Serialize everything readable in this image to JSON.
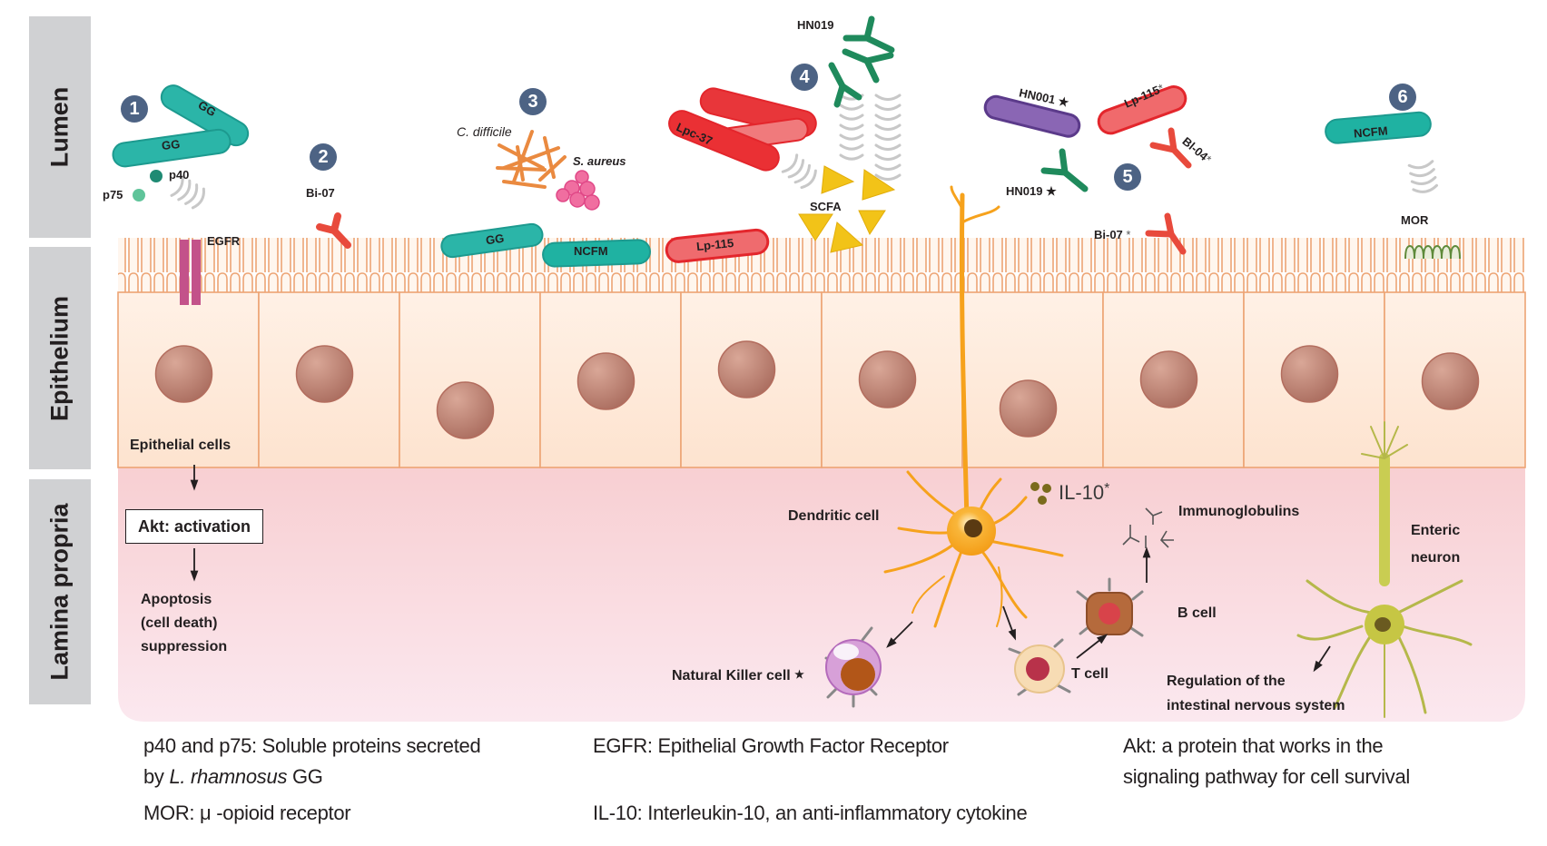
{
  "regions": {
    "lumen": "Lumen",
    "epithelium": "Epithelium",
    "lamina_propria": "Lamina propria"
  },
  "steps": [
    "1",
    "2",
    "3",
    "4",
    "5",
    "6"
  ],
  "lumen_labels": {
    "gg_top": "GG",
    "gg_bottom": "GG",
    "p40": "p40",
    "p75": "p75",
    "egfr": "EGFR",
    "bi07_step2": "Bi-07",
    "c_difficile": "C. difficile",
    "s_aureus": "S. aureus",
    "gg_surface": "GG",
    "ncfm_surface": "NCFM",
    "lp115_surface": "Lp-115",
    "lpc37": "Lpc-37",
    "hn019_top": "HN019",
    "scfa": "SCFA",
    "hn001": "HN001",
    "hn019_step5": "HN019",
    "lp115_step5": "Lp-115",
    "bi04": "Bl-04",
    "bi07_step5": "Bi-07",
    "ncfm_step6": "NCFM",
    "mor": "MOR",
    "star": "★",
    "asterisk": "*"
  },
  "tissue_labels": {
    "epithelial_cells": "Epithelial cells",
    "akt_activation": "Akt: activation",
    "apoptosis": [
      "Apoptosis",
      "(cell death)",
      "suppression"
    ],
    "dendritic_cell": "Dendritic cell",
    "il10": "IL-10",
    "immunoglobulins": "Immunoglobulins",
    "enteric_neuron": [
      "Enteric",
      "neuron"
    ],
    "natural_killer": "Natural Killer cell",
    "t_cell": "T cell",
    "b_cell": "B cell",
    "regulation": [
      "Regulation of the",
      "intestinal nervous system"
    ]
  },
  "legend": {
    "p40_p75_line1": "p40 and p75: Soluble proteins secreted",
    "p40_p75_line2_prefix": "by ",
    "p40_p75_line2_italic": "L. rhamnosus",
    "p40_p75_line2_suffix": " GG",
    "mor": "MOR: μ -opioid receptor",
    "egfr": "EGFR: Epithelial Growth Factor Receptor",
    "il10": "IL-10: Interleukin-10, an anti-inflammatory cytokine",
    "akt_line1": "Akt: a protein that works in the",
    "akt_line2": "signaling pathway for cell survival"
  },
  "colors": {
    "label_bar": "#d0d1d3",
    "step_badge": "#4d6384",
    "teal_bacteria": "#2bb5a8",
    "red_bacteria": "#e8363a",
    "purple_bacteria": "#7a4fa3",
    "green_y": "#1f8a5c",
    "epithelium_fill": "#fde8d6",
    "epithelium_stroke": "#eda474",
    "nucleus": "#b97a6c",
    "lamina_top": "#f8cfd2",
    "lamina_bottom": "#fbe6ee",
    "egfr": "#c3528a",
    "scfa": "#f2c318",
    "dendritic": "#f6a21c",
    "neuron": "#b5b84a",
    "il10_dots": "#7a6b1c"
  }
}
